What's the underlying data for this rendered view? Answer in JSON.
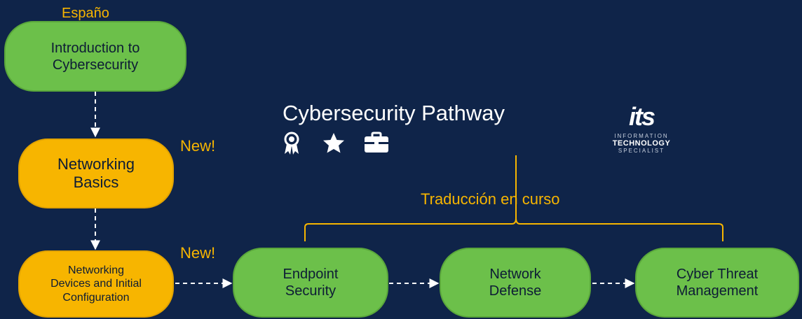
{
  "language_tag": "Españo\nl",
  "title": "Cybersecurity Pathway",
  "badge_new_1": "New!",
  "badge_new_2": "New!",
  "translation_note": "Traducción en curso",
  "logo": {
    "mark": "its",
    "line1": "INFORMATION",
    "line2": "TECHNOLOGY",
    "line3": "SPECIALIST"
  },
  "icons": [
    "award-ribbon-icon",
    "star-icon",
    "briefcase-icon"
  ],
  "nodes": {
    "intro": "Introduction to\nCybersecurity",
    "networking_basics": "Networking\nBasics",
    "networking_devices": "Networking\nDevices and Initial\nConfiguration",
    "endpoint": "Endpoint\nSecurity",
    "network_defense": "Network\nDefense",
    "cyber_threat": "Cyber Threat\nManagement"
  },
  "colors": {
    "background": "#0f2449",
    "green": "#6cc04a",
    "gold": "#f7b500",
    "connector": "#ffffff"
  }
}
